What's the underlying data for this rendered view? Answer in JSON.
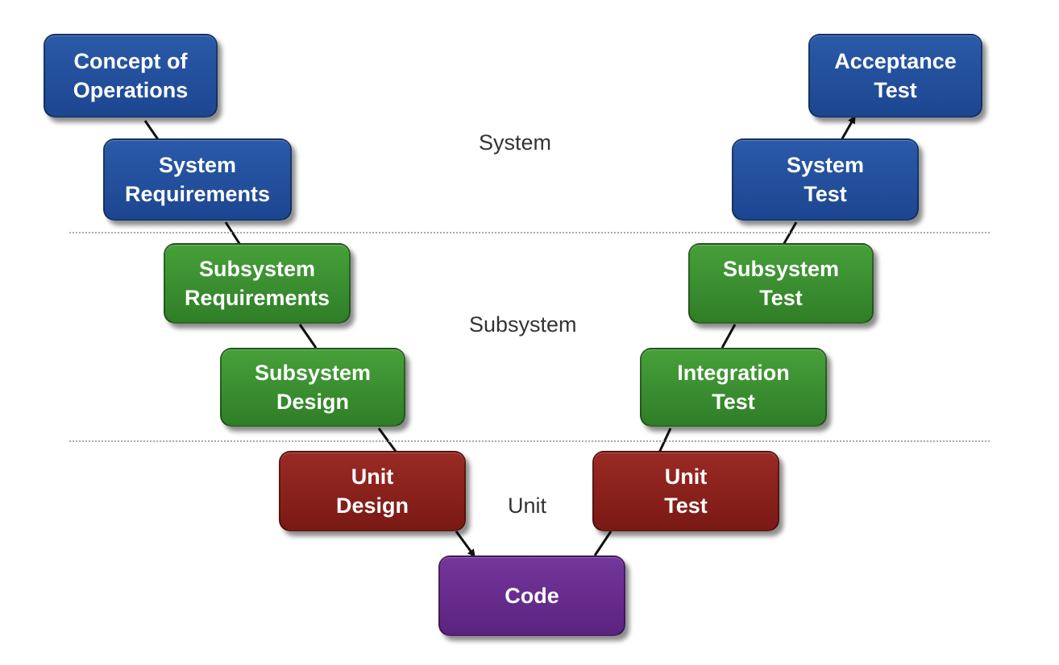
{
  "levels": {
    "system": "System",
    "subsystem": "Subsystem",
    "unit": "Unit"
  },
  "boxes": {
    "concept_of_operations": [
      "Concept of",
      "Operations"
    ],
    "system_requirements": [
      "System",
      "Requirements"
    ],
    "subsystem_requirements": [
      "Subsystem",
      "Requirements"
    ],
    "subsystem_design": [
      "Subsystem",
      "Design"
    ],
    "unit_design": [
      "Unit",
      "Design"
    ],
    "code": [
      "Code"
    ],
    "unit_test": [
      "Unit",
      "Test"
    ],
    "integration_test": [
      "Integration",
      "Test"
    ],
    "subsystem_test": [
      "Subsystem",
      "Test"
    ],
    "system_test": [
      "System",
      "Test"
    ],
    "acceptance_test": [
      "Acceptance",
      "Test"
    ]
  },
  "colors": {
    "system_level": "#1d4691",
    "subsystem_level": "#2f7e27",
    "unit_level": "#7a1915",
    "code": "#5b2380"
  }
}
